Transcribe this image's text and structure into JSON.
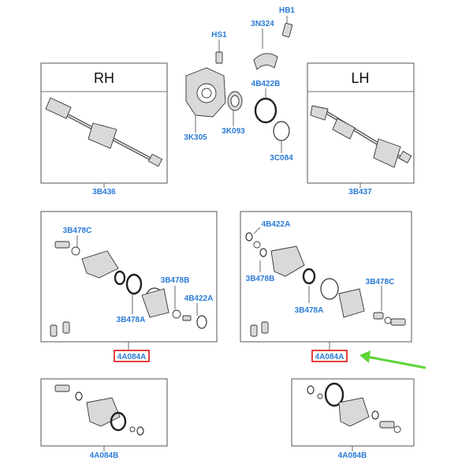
{
  "headers": {
    "rh": "RH",
    "lh": "LH"
  },
  "labels": {
    "hs1": "HS1",
    "n3n324": "3N324",
    "hb1": "HB1",
    "b4422b": "4B422B",
    "k3305": "3K305",
    "k3093": "3K093",
    "c3084": "3C084",
    "b3436": "3B436",
    "b3437": "3B437",
    "rh_b478c": "3B478C",
    "rh_b478b": "3B478B",
    "rh_b478a": "3B478A",
    "rh_b422a": "4B422A",
    "lh_b422a": "4B422A",
    "lh_b478b": "3B478B",
    "lh_b478a": "3B478A",
    "lh_b478c": "3B478C",
    "a4084_left": "4A084A",
    "a4084_right": "4A084A",
    "a4084b_left": "4A084B",
    "a4084b_right": "4A084B"
  },
  "colors": {
    "label": "#2b7bd6",
    "highlight_box": "#e01010",
    "arrow": "#5fd43a"
  }
}
